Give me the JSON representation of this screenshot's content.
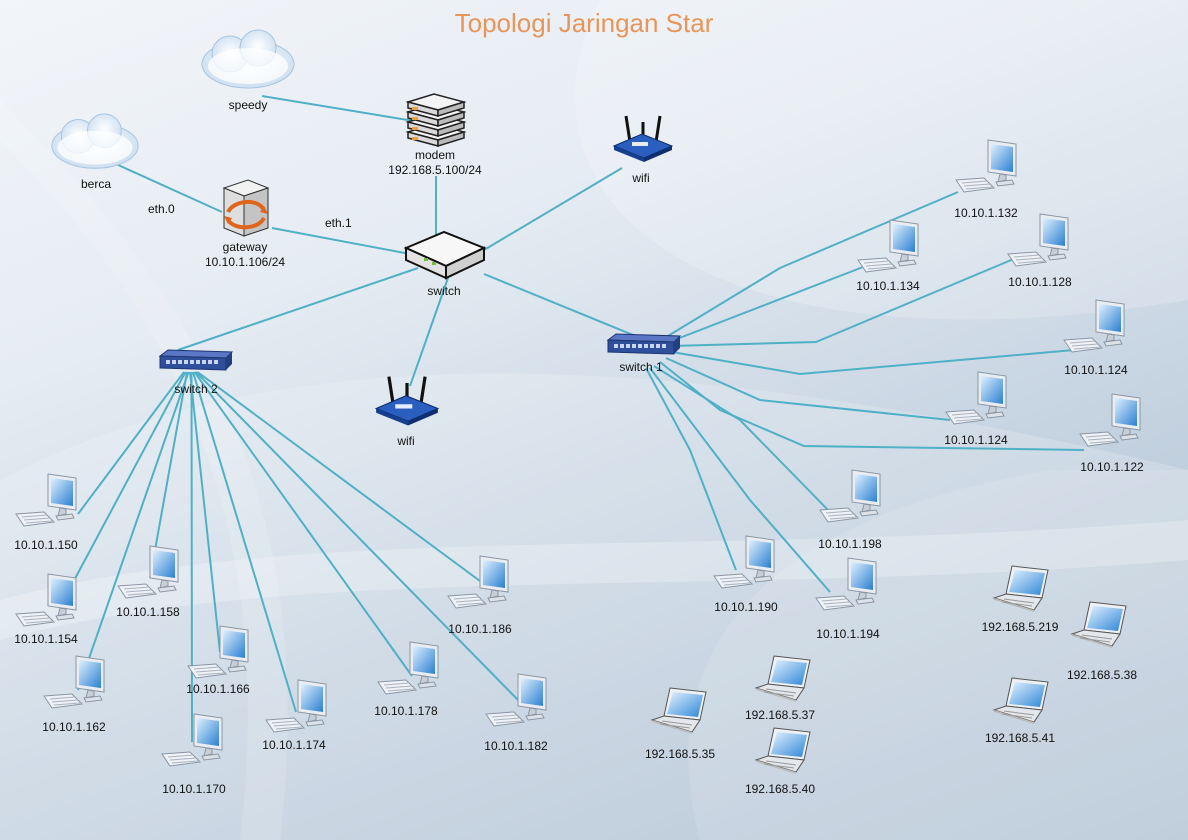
{
  "title": "Topologi Jaringan Star",
  "colors": {
    "link": "#4fb0c6",
    "title": "#e8955a",
    "switch_blue": "#2f4f9a"
  },
  "nodes": {
    "speedy": {
      "label": "speedy",
      "kind": "cloud"
    },
    "berca": {
      "label": "berca",
      "kind": "cloud"
    },
    "modem": {
      "label": "modem",
      "ip": "192.168.5.100/24",
      "kind": "server"
    },
    "gateway": {
      "label": "gateway",
      "ip": "10.10.1.106/24",
      "kind": "gateway"
    },
    "wifi_top": {
      "label": "wifi",
      "kind": "router"
    },
    "wifi_mid": {
      "label": "wifi",
      "kind": "router"
    },
    "switch": {
      "label": "switch",
      "kind": "switch"
    },
    "switch1": {
      "label": "switch 1",
      "kind": "rackswitch"
    },
    "switch2": {
      "label": "switch 2",
      "kind": "rackswitch"
    }
  },
  "edge_labels": {
    "eth0": "eth.0",
    "eth1": "eth.1"
  },
  "switch2_pcs": [
    "10.10.1.150",
    "10.10.1.154",
    "10.10.1.158",
    "10.10.1.162",
    "10.10.1.166",
    "10.10.1.170",
    "10.10.1.174",
    "10.10.1.178",
    "10.10.1.182",
    "10.10.1.186"
  ],
  "switch1_pcs": [
    "10.10.1.132",
    "10.10.1.134",
    "10.10.1.128",
    "10.10.1.124",
    "10.10.1.124",
    "10.10.1.122",
    "10.10.1.198",
    "10.10.1.190",
    "10.10.1.194"
  ],
  "laptops": [
    "192.168.5.219",
    "192.168.5.38",
    "192.168.5.37",
    "192.168.5.35",
    "192.168.5.40",
    "192.168.5.41"
  ]
}
